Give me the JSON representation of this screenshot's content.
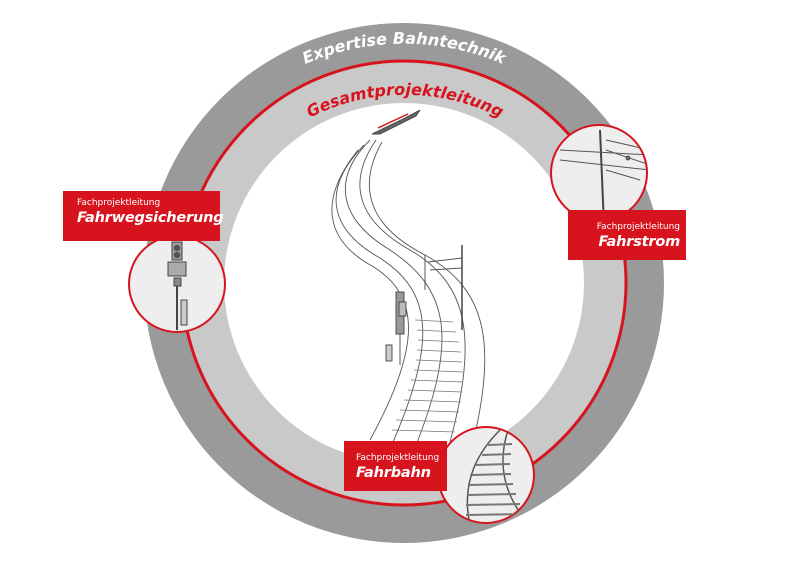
{
  "ring": {
    "outer_text": "Expertise Bahntechnik",
    "inner_text": "Gesamtprojektleitung",
    "colors": {
      "outer_ring": "#9a9a9a",
      "inner_ring": "#c9c9c9",
      "accent": "#d7141e",
      "center": "#ffffff"
    }
  },
  "labels": {
    "left": {
      "small": "Fachprojektleitung",
      "big": "Fahrwegsicherung"
    },
    "right": {
      "small": "Fachprojektleitung",
      "big": "Fahrstrom"
    },
    "bottom": {
      "small": "Fachprojektleitung",
      "big": "Fahrbahn"
    }
  },
  "illustrations": [
    "train-track-icon",
    "overhead-line-mast-icon",
    "railway-signal-icon",
    "rail-track-closeup-icon"
  ]
}
